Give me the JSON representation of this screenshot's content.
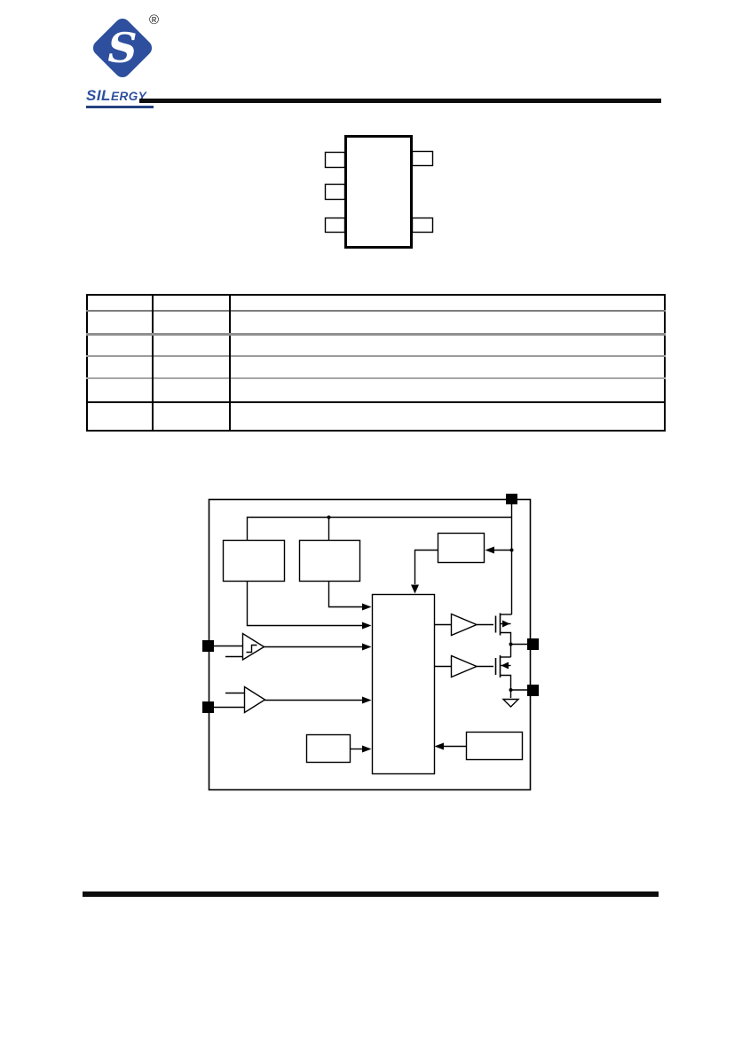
{
  "brand": {
    "logo_glyph": "S",
    "registered_mark": "®",
    "wordmark_prefix": "SIL",
    "wordmark_suffix": "ERGY",
    "brand_blue": "#2e4f9e"
  },
  "package_diagram": {
    "left_pins": 3,
    "right_pins": 2,
    "pin_labels": [
      "",
      "",
      "",
      "",
      ""
    ]
  },
  "pin_table": {
    "rows": [
      [
        "",
        "",
        ""
      ],
      [
        "",
        "",
        ""
      ],
      [
        "",
        "",
        ""
      ],
      [
        "",
        "",
        ""
      ],
      [
        "",
        "",
        ""
      ],
      [
        "",
        "",
        ""
      ]
    ]
  },
  "block_diagram": {
    "pin_pads": 5,
    "block_labels": [
      "",
      "",
      "",
      "",
      "",
      ""
    ],
    "icons": [
      "schmitt-trigger-icon",
      "comparator-icon",
      "gate-driver-icon",
      "pmos-transistor-icon",
      "nmos-transistor-icon",
      "ground-icon",
      "pin-pad-icon"
    ]
  },
  "colors": {
    "line": "#000000",
    "rule": "#0d0d0d",
    "table_grid_gray": "#8f8f8f"
  }
}
